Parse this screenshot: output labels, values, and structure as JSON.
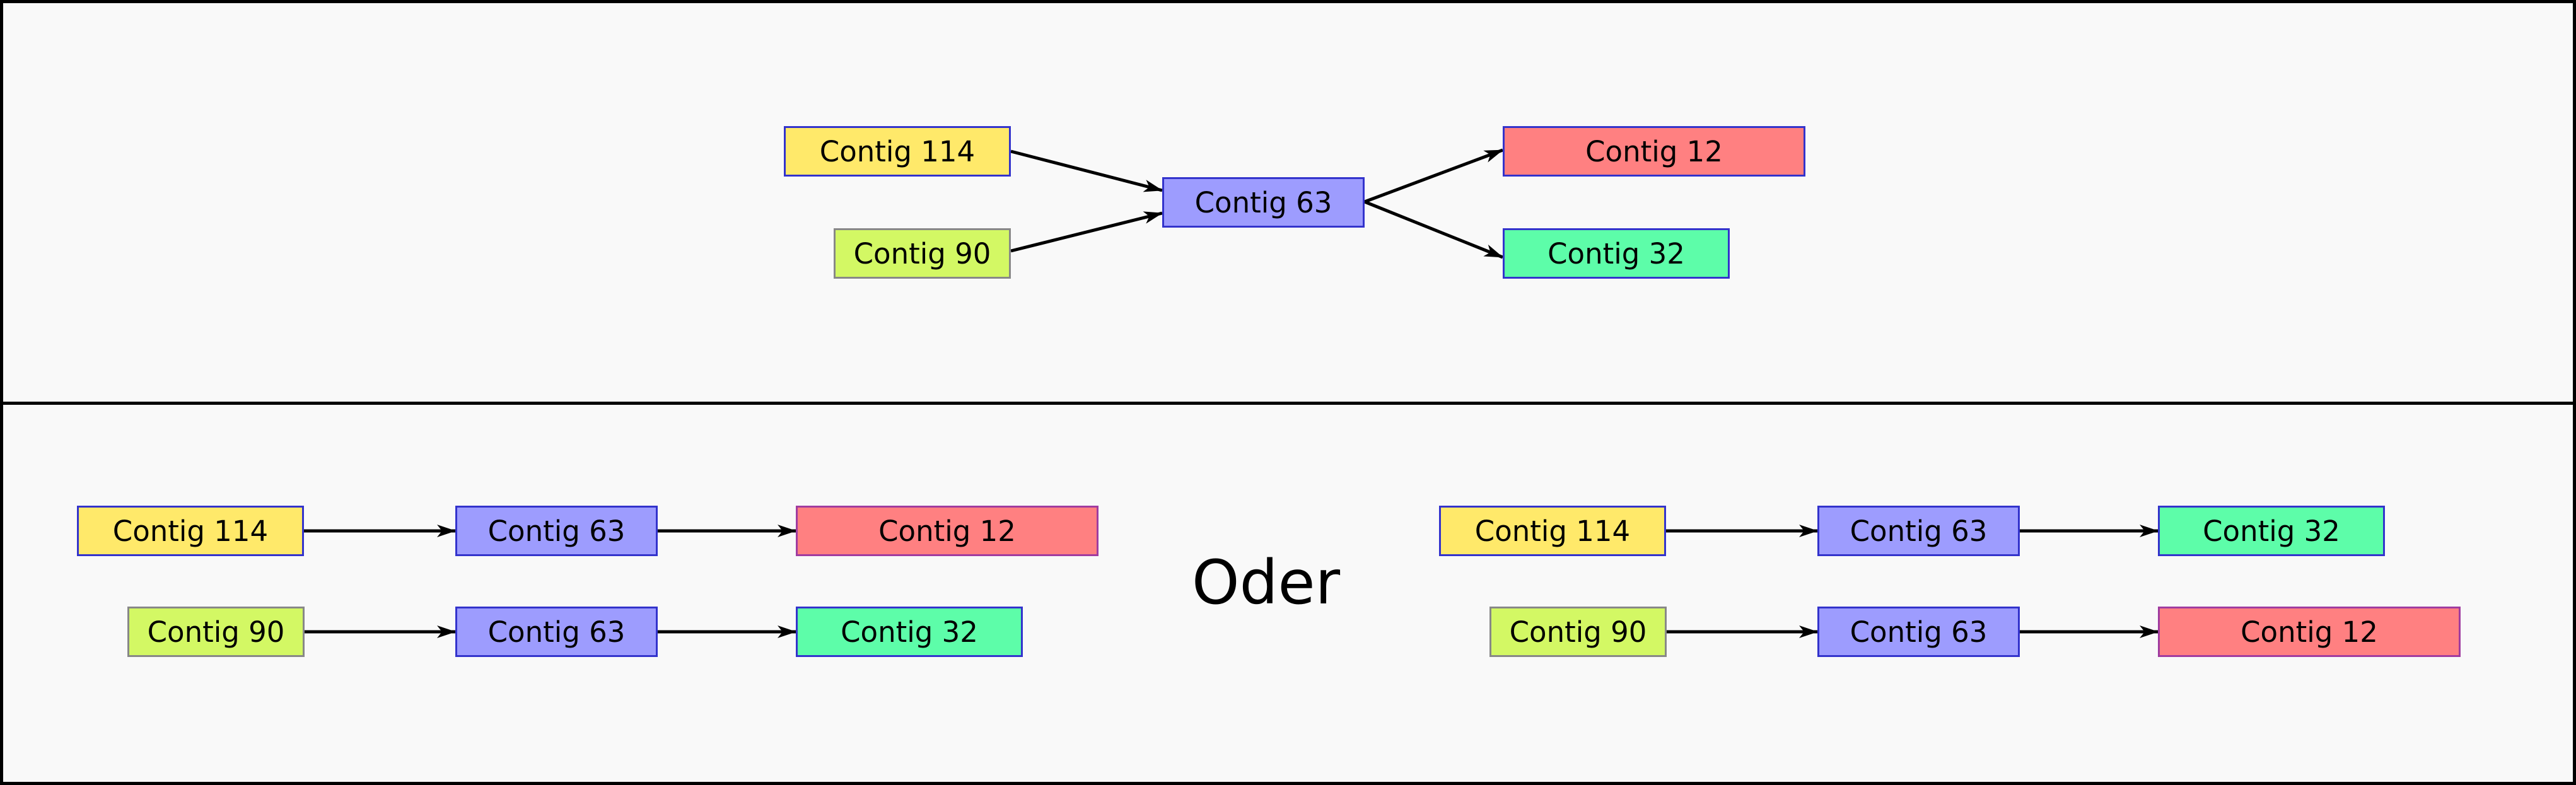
{
  "colors": {
    "contig114": "#ffe96a",
    "contig90": "#d3f864",
    "contig63": "#9d9cfe",
    "contig12": "#ff8081",
    "contig32": "#5dfda9",
    "stroke_blue": "#3333cc",
    "stroke_gray": "#888888",
    "stroke_purple": "#a03ca0",
    "arrow": "#000000"
  },
  "labels": {
    "c114": "Contig 114",
    "c90": "Contig 90",
    "c63": "Contig 63",
    "c12": "Contig 12",
    "c32": "Contig 32"
  },
  "separator_word": "Oder"
}
